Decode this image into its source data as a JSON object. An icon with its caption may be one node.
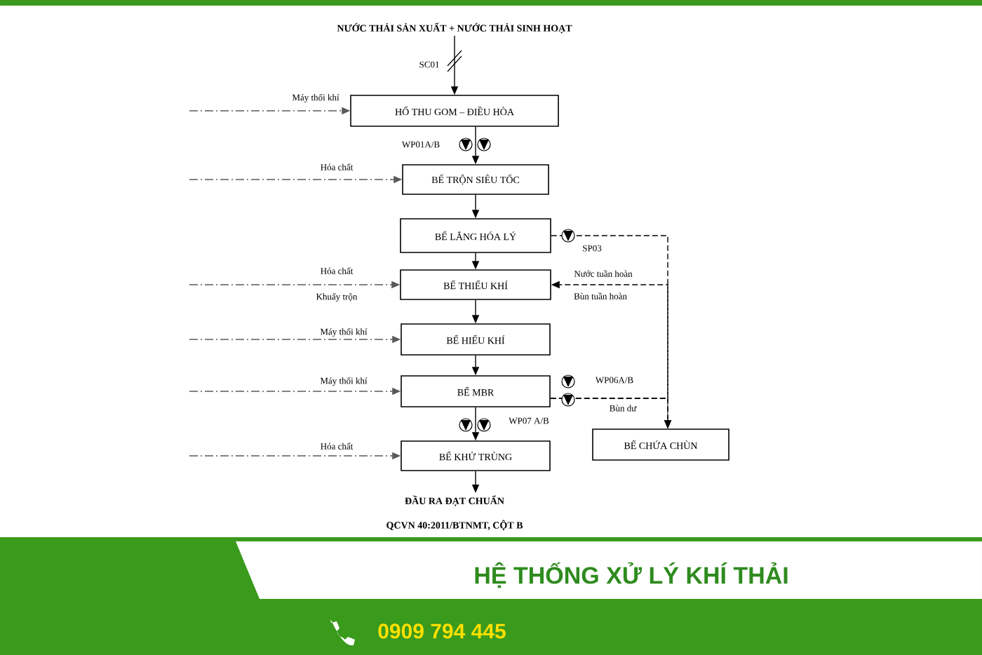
{
  "diagram": {
    "title": "HỆ THỐNG XỬ LÝ KHÍ THẢI",
    "nodes": [
      {
        "text": [
          "NƯỚC THẢI SẢN XUẤT + NƯỚC THẢI SINH HOẠT"
        ]
      },
      {
        "text": [
          "HỐ THU GOM – ĐIỀU HÒA"
        ]
      },
      {
        "text": [
          "BỂ TRỘN SIÊU TỐC"
        ]
      },
      {
        "text": [
          "BỂ LẮNG HÓA LÝ"
        ]
      },
      {
        "text": [
          "BỂ THIẾU KHÍ"
        ]
      },
      {
        "text": [
          "BỂ HIẾU KHÍ"
        ]
      },
      {
        "text": [
          "BỂ MBR"
        ]
      },
      {
        "text": [
          "BỂ KHỬ TRÙNG"
        ]
      },
      {
        "text": [
          "BỂ CHỨA CHÙN"
        ]
      },
      {
        "text": [
          "ĐẦU RA ĐẠT CHUẨN"
        ],
        "beside": [
          "QCVN 40:2011/BTNMT, CỘT B"
        ]
      }
    ],
    "edges": [
      {
        "from": 0,
        "to": 1,
        "arrow": "to"
      },
      {
        "from": 1,
        "to": 2,
        "arrow": "to"
      },
      {
        "from": 2,
        "to": 3,
        "arrow": "to"
      },
      {
        "from": 3,
        "to": 4,
        "arrow": "to"
      },
      {
        "from": 4,
        "to": 5,
        "arrow": "to"
      },
      {
        "from": 5,
        "to": 6,
        "arrow": "to"
      },
      {
        "from": 6,
        "to": 7,
        "arrow": "to"
      },
      {
        "from": 7,
        "to": 9,
        "arrow": "to"
      },
      {
        "from": null,
        "to": 1,
        "arrow": "to",
        "label": "Máy thổi khí",
        "style": "dashed"
      },
      {
        "from": null,
        "to": 2,
        "arrow": "to",
        "label": "Hóa chất",
        "style": "dashed"
      },
      {
        "from": null,
        "to": 4,
        "arrow": "to",
        "label": "Hóa chất",
        "style": "dashed"
      },
      {
        "from": null,
        "to": 5,
        "arrow": "to",
        "label": "Máy thổi khí",
        "style": "dashed"
      },
      {
        "from": null,
        "to": 6,
        "arrow": "to",
        "label": "Máy thổi khí",
        "style": "dashed"
      },
      {
        "from": null,
        "to": 7,
        "arrow": "to",
        "label": "Hóa chất",
        "style": "dashed"
      },
      {
        "from": 3,
        "to": 8,
        "arrow": "to",
        "style": "dashed"
      },
      {
        "from": 6,
        "to": 4,
        "arrow": "to",
        "label": "Bùn tuần hoàn",
        "style": "dashed"
      },
      {
        "from": 6,
        "to": 8,
        "arrow": "to",
        "label": "Bùn dư",
        "style": "dashed"
      }
    ],
    "labels": [
      "SC01",
      "WP01A/B",
      "SP03",
      "Nước tuần hoàn",
      "Khuấy trộn",
      "WP06A/B",
      "WP07 A/B",
      "0909 794 445"
    ]
  }
}
